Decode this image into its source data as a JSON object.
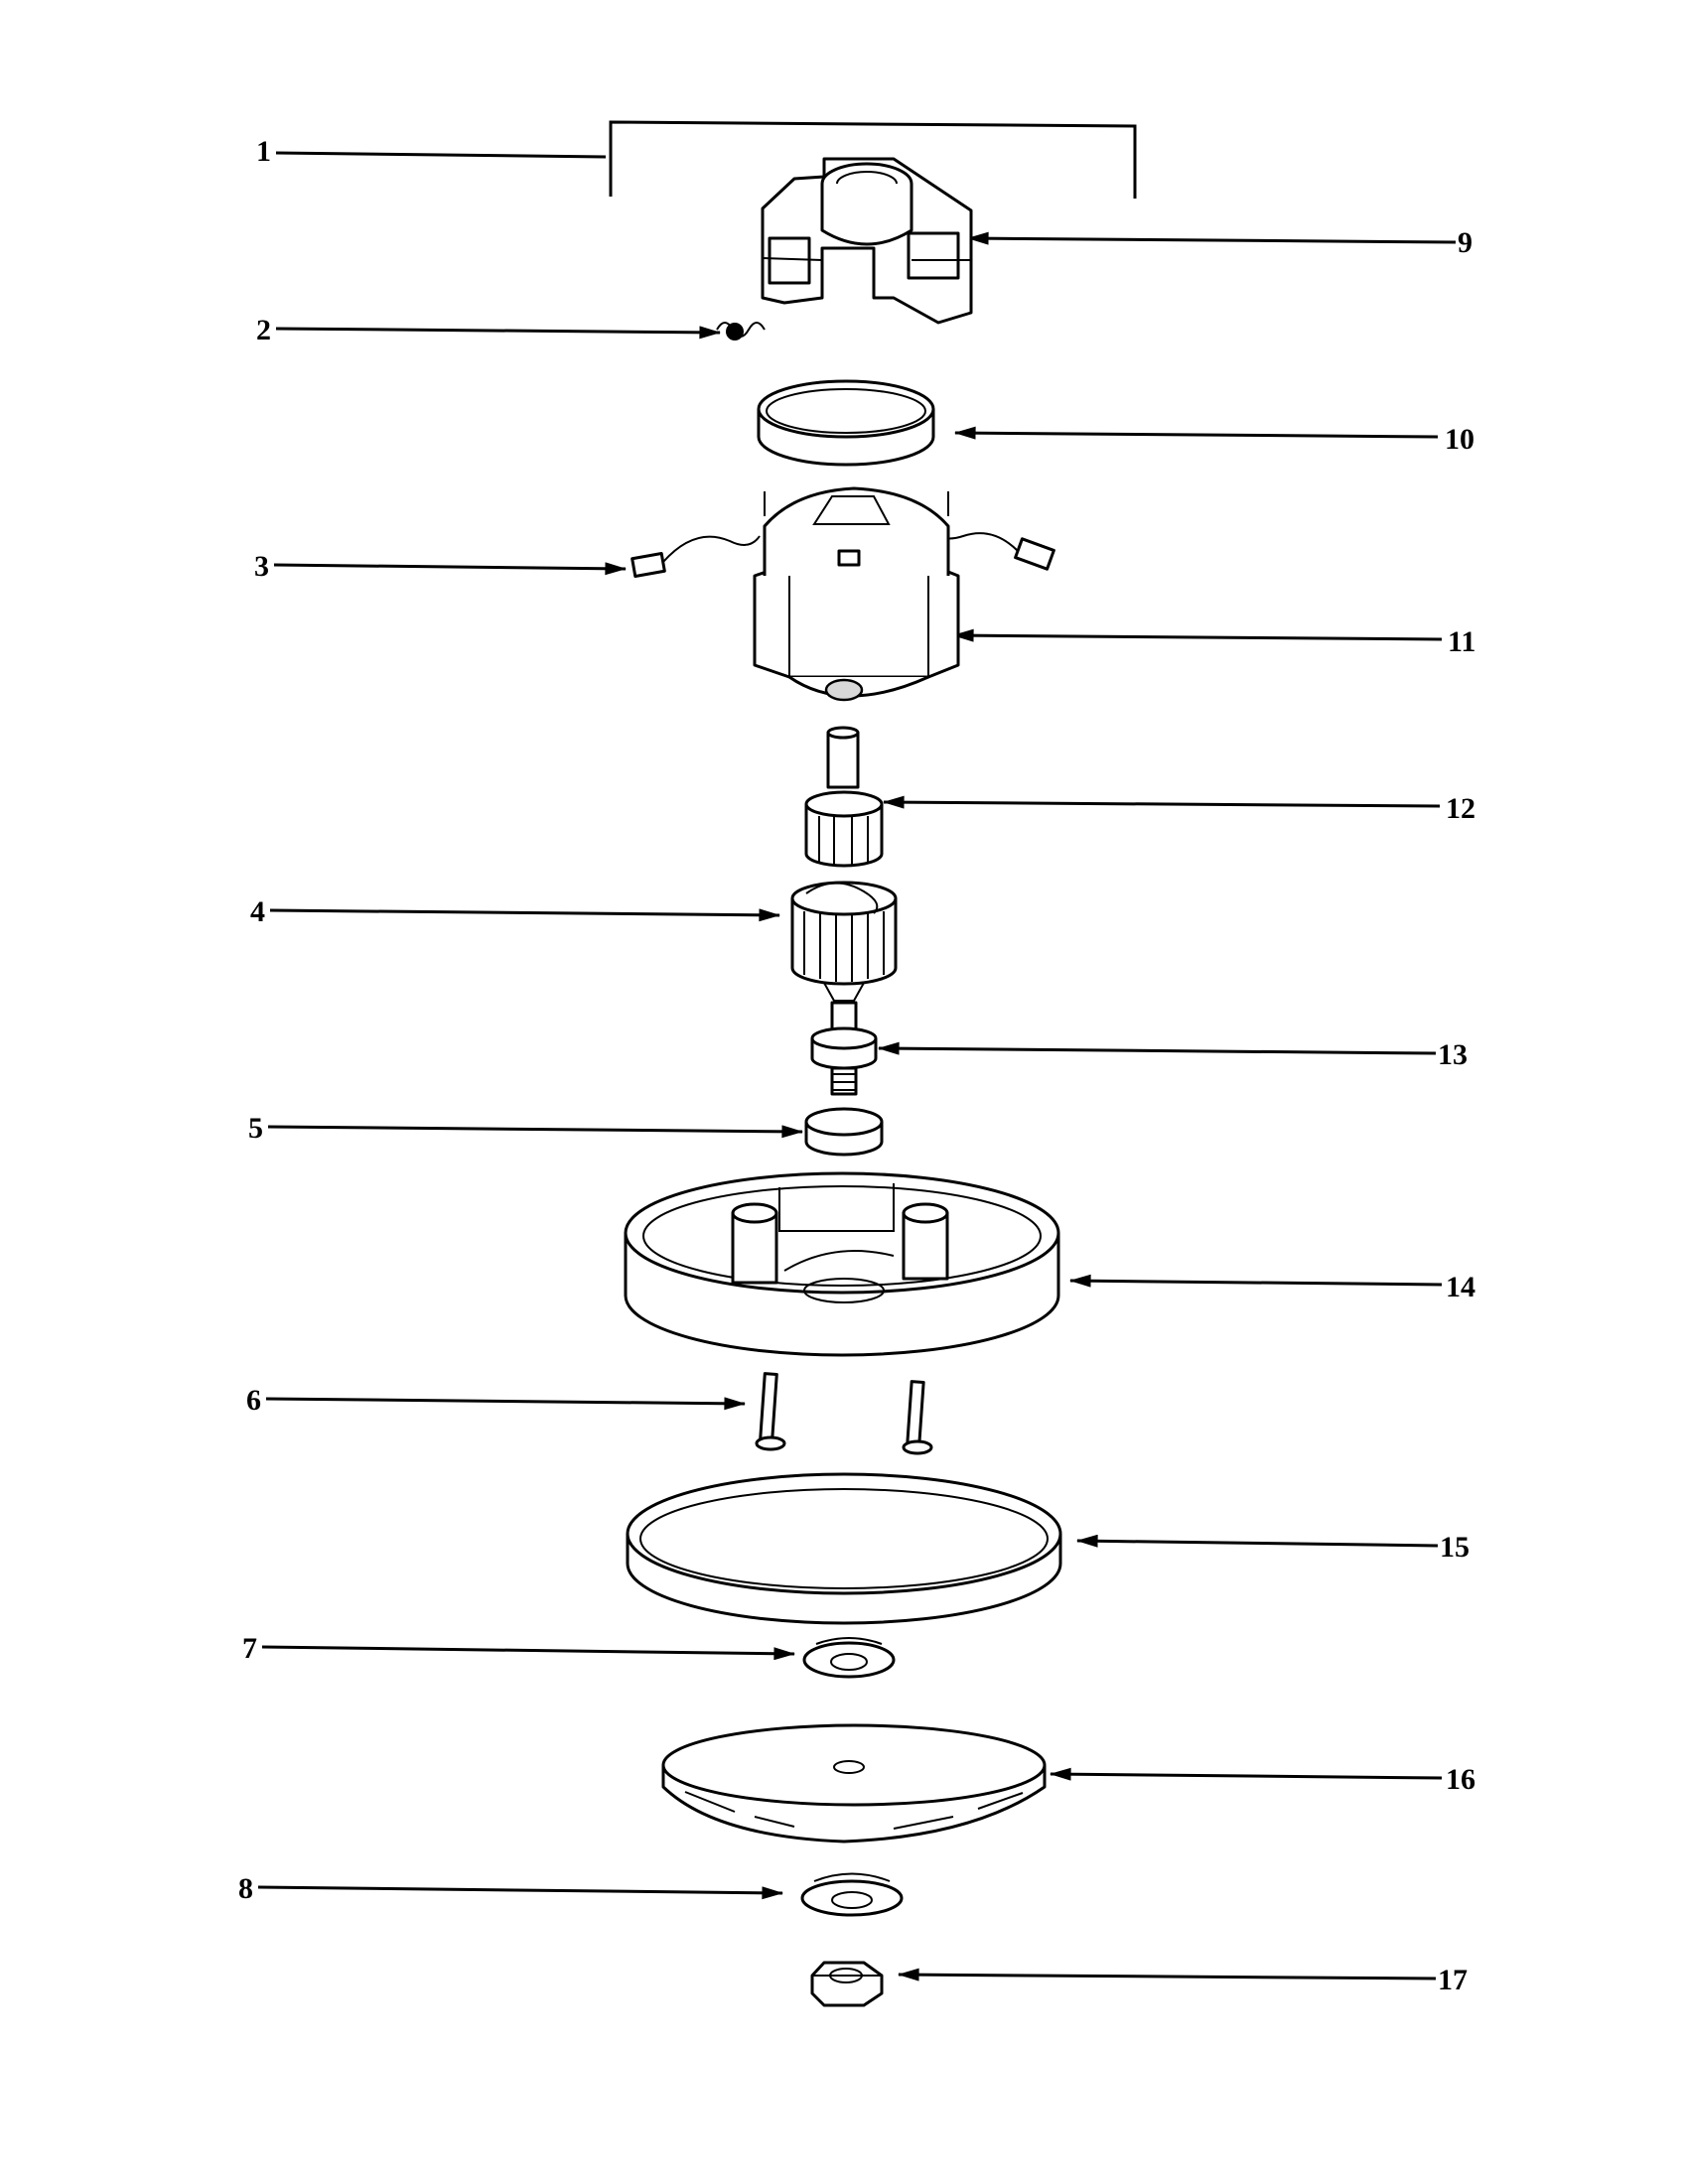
{
  "diagram": {
    "callouts_left": [
      {
        "id": "1",
        "text": "1"
      },
      {
        "id": "2",
        "text": "2"
      },
      {
        "id": "3",
        "text": "3"
      },
      {
        "id": "4",
        "text": "4"
      },
      {
        "id": "5",
        "text": "5"
      },
      {
        "id": "6",
        "text": "6"
      },
      {
        "id": "7",
        "text": "7"
      },
      {
        "id": "8",
        "text": "8"
      }
    ],
    "callouts_right": [
      {
        "id": "9",
        "text": "9"
      },
      {
        "id": "10",
        "text": "10"
      },
      {
        "id": "11",
        "text": "11"
      },
      {
        "id": "12",
        "text": "12"
      },
      {
        "id": "13",
        "text": "13"
      },
      {
        "id": "14",
        "text": "14"
      },
      {
        "id": "15",
        "text": "15"
      },
      {
        "id": "16",
        "text": "16"
      },
      {
        "id": "17",
        "text": "17"
      }
    ]
  }
}
